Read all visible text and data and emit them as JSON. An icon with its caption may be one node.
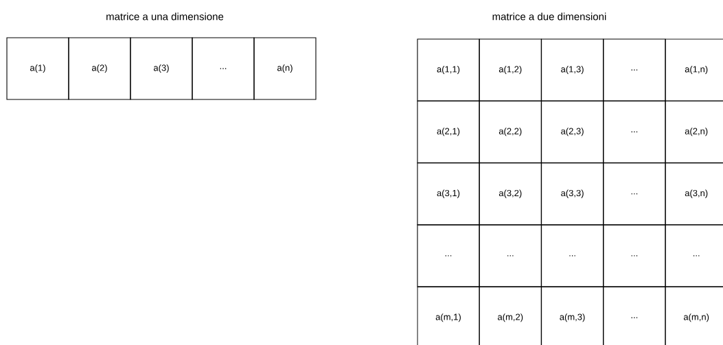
{
  "diagram": {
    "labels": [
      "matrice a una dimensione",
      "matrice a due dimensioni",
      "a(1)",
      "a(2)",
      "a(3)",
      "...",
      "a(n)",
      "a(1,1)",
      "a(1,2)",
      "a(1,3)",
      "...",
      "a(1,n)",
      "a(2,1)",
      "a(2,2)",
      "a(2,3)",
      "...",
      "a(2,n)",
      "a(3,1)",
      "a(3,2)",
      "a(3,3)",
      "...",
      "a(3,n)",
      "...",
      "...",
      "...",
      "...",
      "...",
      "a(m,1)",
      "a(m,2)",
      "a(m,3)",
      "...",
      "a(m,n)"
    ]
  }
}
